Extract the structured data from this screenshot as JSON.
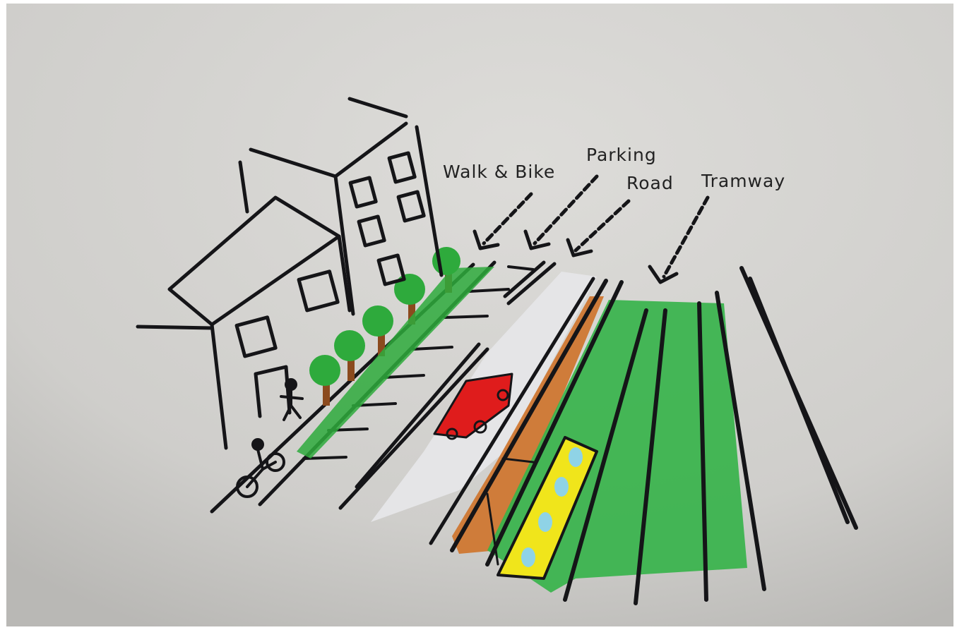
{
  "labels": {
    "walk_bike": "Walk & Bike",
    "parking": "Parking",
    "road": "Road",
    "tramway": "Tramway"
  },
  "colors": {
    "paper": "#d3d2cf",
    "ink": "#151518",
    "trees": "#2eaa3c",
    "grass": "#33b548",
    "car": "#e01b1b",
    "tram": "#f1e81c",
    "tram_windows": "#8fd3e6",
    "parking_strip": "#d0772f",
    "road_chalk": "#e9e9eb"
  }
}
